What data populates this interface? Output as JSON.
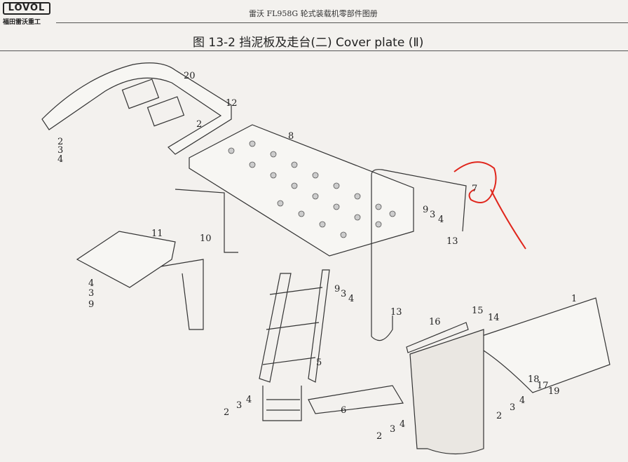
{
  "header": {
    "logo_text": "LOVOL",
    "logo_subtext": "福田雷沃重工",
    "book_title": "雷沃 FL958G 轮式装载机零部件图册",
    "figure_title": "图 13-2  挡泥板及走台(二)  Cover plate (Ⅱ)"
  },
  "diagram": {
    "callouts": [
      "20",
      "12",
      "2",
      "2",
      "3",
      "4",
      "8",
      "7",
      "9",
      "3",
      "4",
      "13",
      "11",
      "10",
      "4",
      "3",
      "9",
      "9",
      "3",
      "4",
      "13",
      "15",
      "14",
      "16",
      "1",
      "5",
      "18",
      "17",
      "19",
      "6",
      "4",
      "3",
      "2",
      "4",
      "3",
      "2",
      "4",
      "3",
      "2"
    ],
    "annotation_color": "#e0261c"
  }
}
